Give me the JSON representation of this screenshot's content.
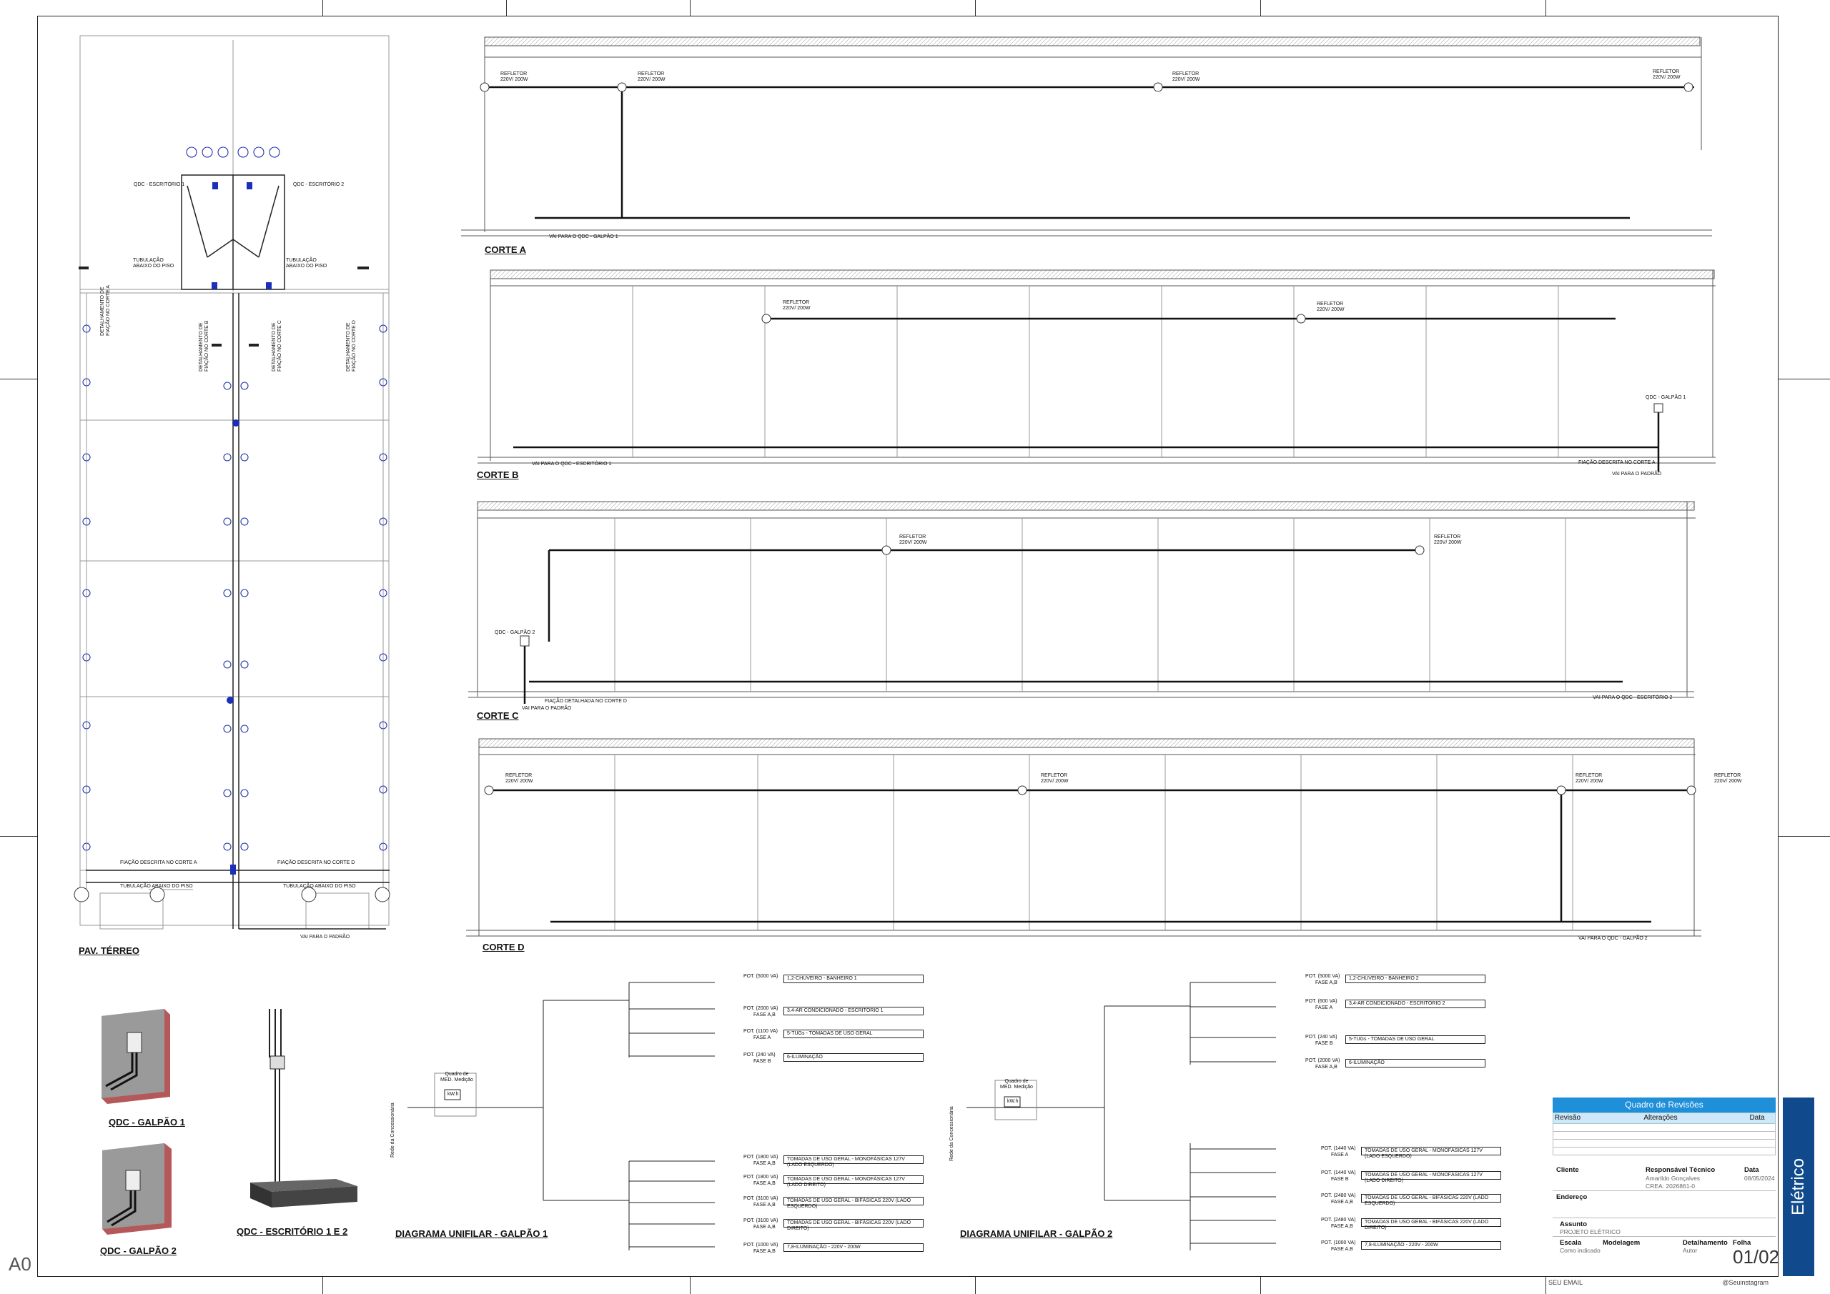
{
  "sheet": {
    "size": "A0",
    "footer_email": "SEU EMAIL",
    "footer_social": "@Seuinstagram"
  },
  "views": {
    "plan_title": "PAV. TÉRREO",
    "corte_a": "CORTE A",
    "corte_b": "CORTE B",
    "corte_c": "CORTE C",
    "corte_d": "CORTE D",
    "iso_qdc_g1": "QDC - GALPÃO 1",
    "iso_qdc_g2": "QDC - GALPÃO 2",
    "iso_qdc_esc": "QDC - ESCRITÓRIO 1 E 2",
    "unifilar_g1": "DIAGRAMA UNIFILAR - GALPÃO 1",
    "unifilar_g2": "DIAGRAMA UNIFILAR - GALPÃO 2"
  },
  "plan_labels": {
    "qdc_esc1": "QDC - ESCRITÓRIO 1",
    "qdc_esc2": "QDC - ESCRITÓRIO 2",
    "tub_piso_left": "TUBULAÇÃO ABAIXO DO PISO",
    "tub_piso_right": "TUBULAÇÃO ABAIXO DO PISO",
    "fiacao_a": "FIAÇÃO DESCRITA NO CORTE A",
    "fiacao_d": "FIAÇÃO DESCRITA NO CORTE D",
    "tub_bottom_left": "TUBULAÇÃO ABAIXO DO PISO",
    "tub_bottom_right": "TUBULAÇÃO ABAIXO DO PISO",
    "vai_padrao": "VAI PARA O PADRÃO",
    "det_a": "DETALHAMENTO DE FIAÇÃO NO CORTE A",
    "det_b": "DETALHAMENTO DE FIAÇÃO NO CORTE B",
    "det_c": "DETALHAMENTO DE FIAÇÃO NO CORTE C",
    "det_d": "DETALHAMENTO DE FIAÇÃO NO CORTE D"
  },
  "section_labels": {
    "refletor": "REFLETOR",
    "refletor_spec": "220V/ 200W",
    "vai_qdc_g1": "VAI PARA O QDC - GALPÃO 1",
    "vai_qdc_esc1": "VAI PARA O QDC - ESCRITÓRIO 1",
    "qdc_g1": "QDC - GALPÃO 1",
    "fiacao_corte_a": "FIAÇÃO DESCRITA NO CORTE A",
    "vai_padrao": "VAI PARA O PADRÃO",
    "qdc_g2": "QDC - GALPÃO 2",
    "fiacao_corte_d": "FIAÇÃO DETALHADA NO CORTE D",
    "vai_qdc_esc2": "VAI PARA O QDC - ESCRITÓRIO 2",
    "vai_qdc_g2": "VAI PARA O QDC - GALPÃO 2"
  },
  "unifilar": {
    "rede": "Rede da Concessionária",
    "medicao": "Quadro de MED. Medição",
    "kwh": "kW.h",
    "g1_circuits": [
      {
        "pot": "POT. (5000 VA)",
        "fase": "",
        "desc": "1,2-CHUVEIRO - BANHEIRO 1"
      },
      {
        "pot": "POT. (2000 VA)",
        "fase": "FASE A,B",
        "desc": "3,4-AR CONDICIONADO - ESCRITÓRIO 1"
      },
      {
        "pot": "POT. (1100 VA)",
        "fase": "FASE A",
        "desc": "5-TUGs - TOMADAS DE USO GERAL"
      },
      {
        "pot": "POT. (240 VA)",
        "fase": "FASE B",
        "desc": "6-ILUMINAÇÃO"
      }
    ],
    "g1_circuits_b": [
      {
        "pot": "POT. (1800 VA)",
        "fase": "FASE A,B",
        "desc": "TOMADAS DE USO GERAL - MONOFÁSICAS 127V (LADO ESQUERDO)"
      },
      {
        "pot": "POT. (1800 VA)",
        "fase": "FASE A,B",
        "desc": "TOMADAS DE USO GERAL - MONOFÁSICAS 127V (LADO DIREITO)"
      },
      {
        "pot": "POT. (3100 VA)",
        "fase": "FASE A,B",
        "desc": "TOMADAS DE USO GERAL - BIFÁSICAS 220V (LADO ESQUERDO)"
      },
      {
        "pot": "POT. (3100 VA)",
        "fase": "FASE A,B",
        "desc": "TOMADAS DE USO GERAL - BIFÁSICAS 220V (LADO DIREITO)"
      },
      {
        "pot": "POT. (1000 VA)",
        "fase": "FASE A,B",
        "desc": "7,8-ILUMINAÇÃO - 220V - 200W"
      }
    ],
    "g2_circuits": [
      {
        "pot": "POT. (5000 VA)",
        "fase": "FASE A,B",
        "desc": "1,2-CHUVEIRO - BANHEIRO 2"
      },
      {
        "pot": "POT. (600 VA)",
        "fase": "FASE A",
        "desc": "3,4-AR CONDICIONADO - ESCRITÓRIO 2"
      },
      {
        "pot": "POT. (240 VA)",
        "fase": "FASE B",
        "desc": "5-TUGs - TOMADAS DE USO GERAL"
      },
      {
        "pot": "POT. (2000 VA)",
        "fase": "FASE A,B",
        "desc": "6-ILUMINAÇÃO"
      }
    ],
    "g2_circuits_b": [
      {
        "pot": "POT. (1440 VA)",
        "fase": "FASE A",
        "desc": "TOMADAS DE USO GERAL - MONOFÁSICAS 127V (LADO ESQUERDO)"
      },
      {
        "pot": "POT. (1440 VA)",
        "fase": "FASE B",
        "desc": "TOMADAS DE USO GERAL - MONOFÁSICAS 127V (LADO DIREITO)"
      },
      {
        "pot": "POT. (2480 VA)",
        "fase": "FASE A,B",
        "desc": "TOMADAS DE USO GERAL - BIFÁSICAS 220V (LADO ESQUERDO)"
      },
      {
        "pot": "POT. (2480 VA)",
        "fase": "FASE A,B",
        "desc": "TOMADAS DE USO GERAL - BIFÁSICAS 220V (LADO DIREITO)"
      },
      {
        "pot": "POT. (1000 VA)",
        "fase": "FASE A,B",
        "desc": "7,8-ILUMINAÇÃO - 220V - 200W"
      }
    ]
  },
  "title_block": {
    "revisions_title": "Quadro de Revisões",
    "rev_col": "Revisão",
    "alt_col": "Alterações",
    "date_col": "Data",
    "cliente_label": "Cliente",
    "responsavel_label": "Responsável Técnico",
    "responsavel_name": "Amarildo Gonçalves",
    "crea": "CREA: 2026861-0",
    "data_label": "Data",
    "data_value": "08/05/2024",
    "endereco_label": "Endereço",
    "assunto_label": "Assunto",
    "assunto_value": "PROJETO ELÉTRICO",
    "escala_label": "Escala",
    "escala_value": "Como indicado",
    "modelagem_label": "Modelagem",
    "detalhamento_label": "Detalhamento",
    "detalhamento_value": "Autor",
    "folha_label": "Folha",
    "folha_value": "01/02",
    "discipline": "Elétrico"
  }
}
